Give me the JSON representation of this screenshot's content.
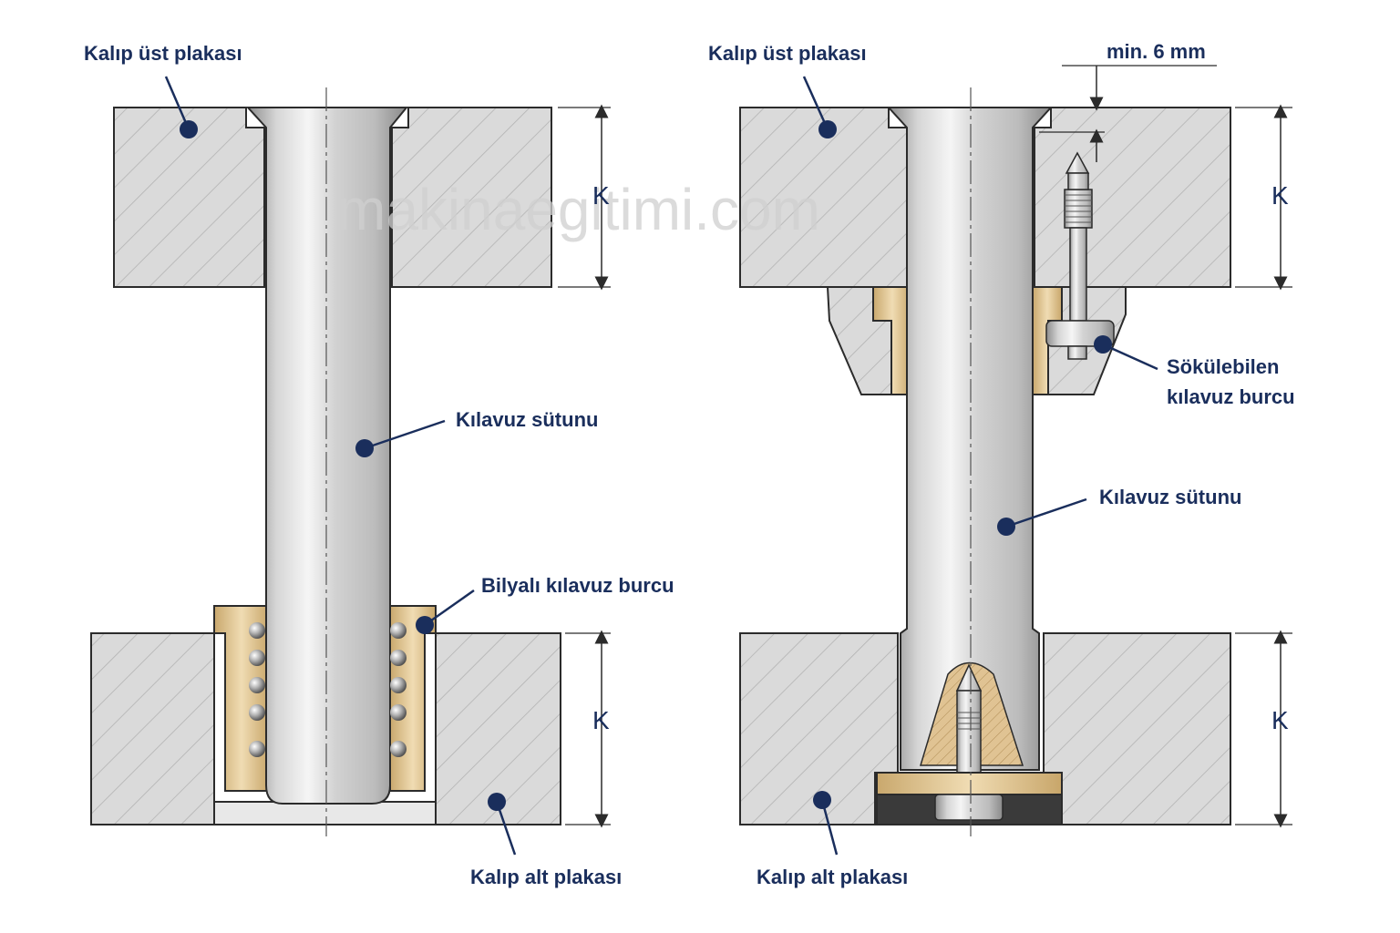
{
  "colors": {
    "label": "#1a2e5c",
    "plate": "#d9d9d9",
    "hatch": "#b0b0b0",
    "outline": "#2b2b2b",
    "brass": "#e2c998",
    "steel_light": "#f2f2f2",
    "steel_dark": "#9a9a9a",
    "watermark": "#c8c8c8"
  },
  "watermark": "makinaegitimi.com",
  "left": {
    "upper_plate_label": "Kalıp üst plakası",
    "pillar_label": "Kılavuz sütunu",
    "bushing_label": "Bilyalı kılavuz burcu",
    "lower_plate_label": "Kalıp alt plakası",
    "dim_upper": "K",
    "dim_lower": "K"
  },
  "right": {
    "upper_plate_label": "Kalıp üst plakası",
    "clearance_label": "min. 6 mm",
    "bushing_label_line1": "Sökülebilen",
    "bushing_label_line2": "kılavuz burcu",
    "pillar_label": "Kılavuz sütunu",
    "lower_plate_label": "Kalıp alt plakası",
    "dim_upper": "K",
    "dim_lower": "K"
  }
}
